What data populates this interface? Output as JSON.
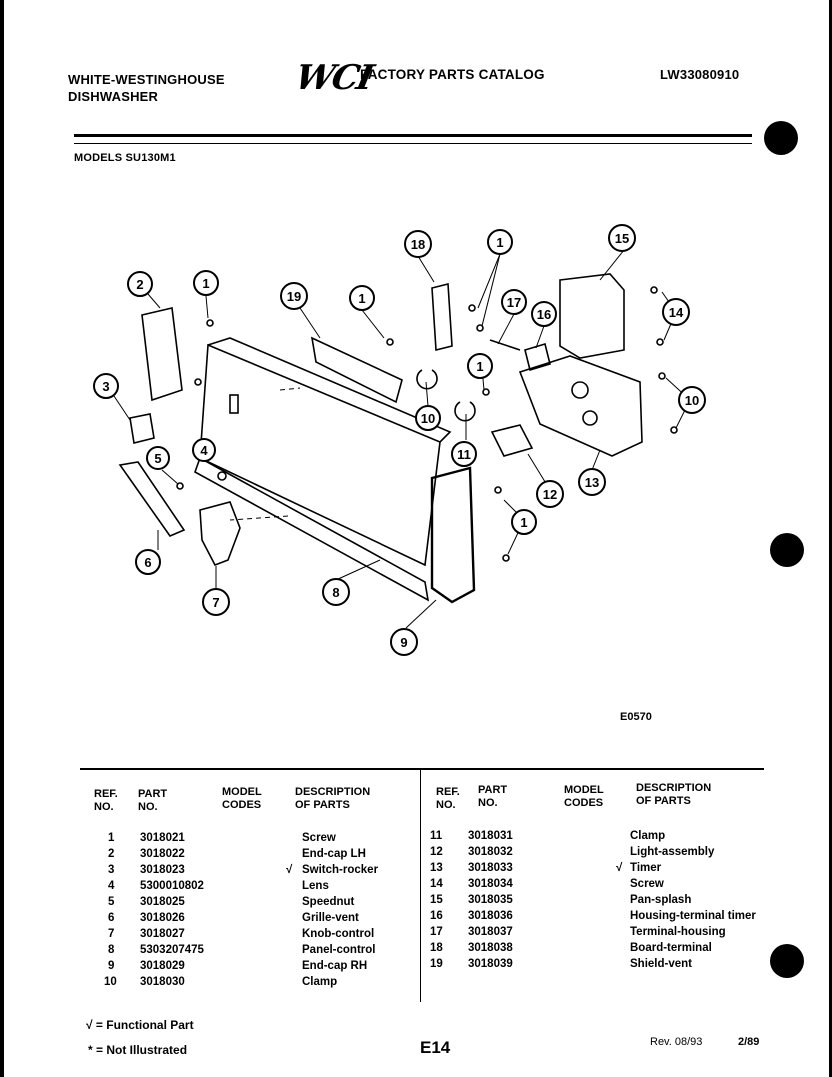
{
  "header": {
    "brand_line1": "WHITE-WESTINGHOUSE",
    "brand_line2": "DISHWASHER",
    "logo_text": "WCI",
    "catalog_title": "FACTORY PARTS CATALOG",
    "catalog_number": "LW33080910",
    "models_line": "MODELS SU130M1"
  },
  "diagram": {
    "callouts": [
      "1",
      "2",
      "3",
      "4",
      "5",
      "6",
      "7",
      "8",
      "9",
      "10",
      "11",
      "12",
      "13",
      "14",
      "15",
      "16",
      "17",
      "18",
      "19"
    ],
    "figure_code": "E0570"
  },
  "table": {
    "headers": {
      "ref": [
        "REF.",
        "NO."
      ],
      "part": [
        "PART",
        "NO."
      ],
      "model": [
        "MODEL",
        "CODES"
      ],
      "desc": [
        "DESCRIPTION",
        "OF PARTS"
      ]
    },
    "left_rows": [
      {
        "ref": "1",
        "part": "3018021",
        "mark": "",
        "desc": "Screw"
      },
      {
        "ref": "2",
        "part": "3018022",
        "mark": "",
        "desc": "End-cap LH"
      },
      {
        "ref": "3",
        "part": "3018023",
        "mark": "√",
        "desc": "Switch-rocker"
      },
      {
        "ref": "4",
        "part": "5300010802",
        "mark": "",
        "desc": "Lens"
      },
      {
        "ref": "5",
        "part": "3018025",
        "mark": "",
        "desc": "Speednut"
      },
      {
        "ref": "6",
        "part": "3018026",
        "mark": "",
        "desc": "Grille-vent"
      },
      {
        "ref": "7",
        "part": "3018027",
        "mark": "",
        "desc": "Knob-control"
      },
      {
        "ref": "8",
        "part": "5303207475",
        "mark": "",
        "desc": "Panel-control"
      },
      {
        "ref": "9",
        "part": "3018029",
        "mark": "",
        "desc": "End-cap RH"
      },
      {
        "ref": "10",
        "part": "3018030",
        "mark": "",
        "desc": "Clamp"
      }
    ],
    "right_rows": [
      {
        "ref": "11",
        "part": "3018031",
        "mark": "",
        "desc": "Clamp"
      },
      {
        "ref": "12",
        "part": "3018032",
        "mark": "",
        "desc": "Light-assembly"
      },
      {
        "ref": "13",
        "part": "3018033",
        "mark": "√",
        "desc": "Timer"
      },
      {
        "ref": "14",
        "part": "3018034",
        "mark": "",
        "desc": "Screw"
      },
      {
        "ref": "15",
        "part": "3018035",
        "mark": "",
        "desc": "Pan-splash"
      },
      {
        "ref": "16",
        "part": "3018036",
        "mark": "",
        "desc": "Housing-terminal timer"
      },
      {
        "ref": "17",
        "part": "3018037",
        "mark": "",
        "desc": "Terminal-housing"
      },
      {
        "ref": "18",
        "part": "3018038",
        "mark": "",
        "desc": "Board-terminal"
      },
      {
        "ref": "19",
        "part": "3018039",
        "mark": "",
        "desc": "Shield-vent"
      }
    ]
  },
  "footer": {
    "legend_functional": "√ = Functional Part",
    "legend_not_illustrated": "* = Not Illustrated",
    "page_code": "E14",
    "revision": "Rev. 08/93",
    "sheet": "2/89"
  }
}
